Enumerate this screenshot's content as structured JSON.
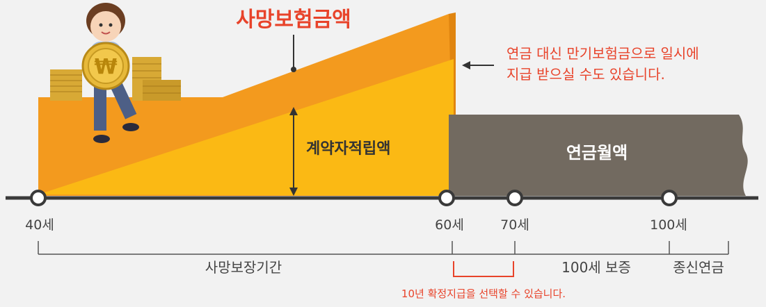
{
  "labels": {
    "death_benefit": "사망보험금액",
    "maturity_note_line1": "연금 대신 만기보험금으로 일시에",
    "maturity_note_line2": "지급 받으실 수도 있습니다.",
    "contract_reserve": "계약자적립액",
    "monthly_annuity": "연금월액"
  },
  "ages": [
    "40세",
    "60세",
    "70세",
    "100세"
  ],
  "periods": {
    "death_coverage": "사망보장기간",
    "guarantee_100": "100세 보증",
    "lifetime_annuity": "종신연금",
    "fixed_10yr_note": "10년 확정지급을 선택할 수 있습니다."
  },
  "colors": {
    "death_benefit_fill": "#f39a1e",
    "reserve_fill": "#fbb914",
    "annuity_fill": "#726a60",
    "accent_text": "#e8432a",
    "timeline": "#3a3a3a"
  }
}
